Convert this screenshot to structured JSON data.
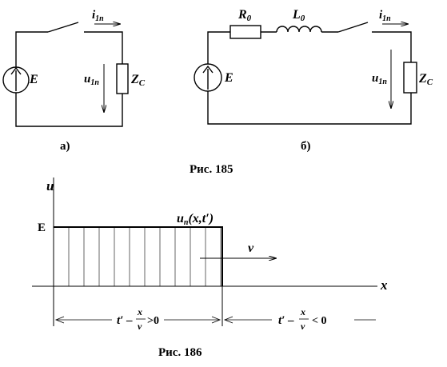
{
  "fig185": {
    "caption": "Рис. 185",
    "part_a": {
      "tag": "а)",
      "source": "E",
      "current": "i",
      "current_sub": "1п",
      "voltage": "u",
      "voltage_sub": "1п",
      "load": "Z",
      "load_sub": "C"
    },
    "part_b": {
      "tag": "б)",
      "source": "E",
      "resistor": "R",
      "resistor_sub": "0",
      "inductor": "L",
      "inductor_sub": "0",
      "current": "i",
      "current_sub": "1п",
      "voltage": "u",
      "voltage_sub": "1п",
      "load": "Z",
      "load_sub": "C"
    }
  },
  "fig186": {
    "caption": "Рис. 186",
    "axis_u": "u",
    "axis_x": "x",
    "level": "E",
    "wave_label": "u",
    "wave_sub": "п",
    "wave_args": "(x,t′)",
    "velocity": "v",
    "left_region": {
      "t": "t′ –",
      "num": "x",
      "den": "v",
      "rel": ">0"
    },
    "right_region": {
      "t": "t′ –",
      "num": "x",
      "den": "v",
      "rel": "< 0"
    }
  }
}
